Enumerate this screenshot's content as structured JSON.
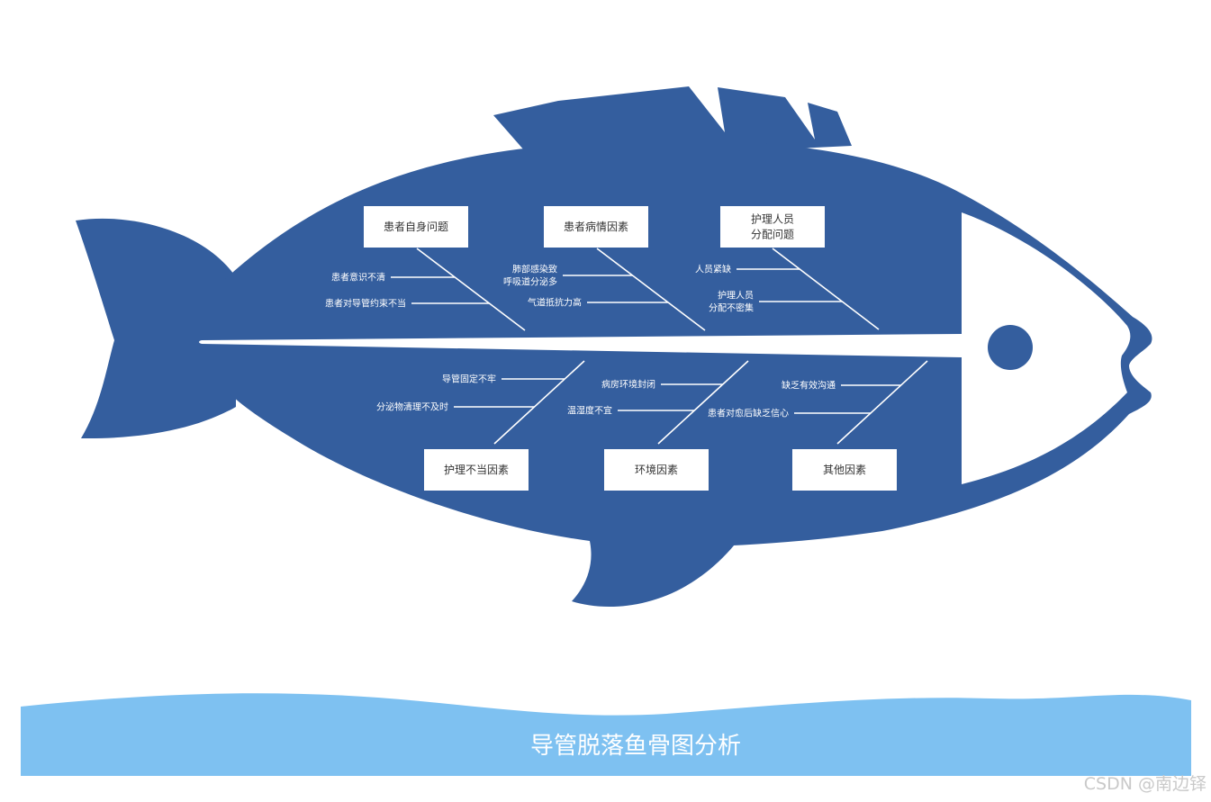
{
  "title": "导管脱落鱼骨图分析",
  "watermark": "CSDN @南边铎",
  "colors": {
    "fish": "#345e9e",
    "wave": "#7ec1f1",
    "box": "#ffffff"
  },
  "categories": {
    "top": [
      {
        "label": [
          "患者自身问题"
        ],
        "causes": [
          [
            "患者意识不清"
          ],
          [
            "患者对导管约束不当"
          ]
        ]
      },
      {
        "label": [
          "患者病情因素"
        ],
        "causes": [
          [
            "肺部感染致",
            "呼吸道分泌多"
          ],
          [
            "气道抵抗力高"
          ]
        ]
      },
      {
        "label": [
          "护理人员",
          "分配问题"
        ],
        "causes": [
          [
            "人员紧缺"
          ],
          [
            "护理人员",
            "分配不密集"
          ]
        ]
      }
    ],
    "bottom": [
      {
        "label": [
          "护理不当因素"
        ],
        "causes": [
          [
            "导管固定不牢"
          ],
          [
            "分泌物清理不及时"
          ]
        ]
      },
      {
        "label": [
          "环境因素"
        ],
        "causes": [
          [
            "病房环境封闭"
          ],
          [
            "温湿度不宜"
          ]
        ]
      },
      {
        "label": [
          "其他因素"
        ],
        "causes": [
          [
            "缺乏有效沟通"
          ],
          [
            "患者对愈后缺乏信心"
          ]
        ]
      }
    ]
  }
}
